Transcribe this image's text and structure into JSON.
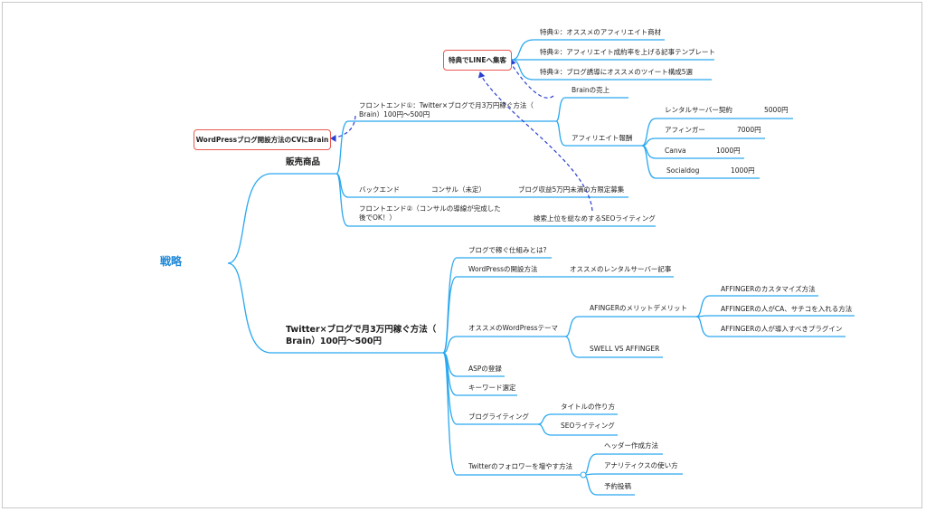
{
  "root": "戦略",
  "colors": {
    "line": "#2aa8f0",
    "root_text": "#1e88d8",
    "callout_border": "#e8584f",
    "dashed_arrow": "#2a3fd0"
  },
  "callouts": {
    "line_promo": "特典でLINEへ集客",
    "wordpress_cv": "WordPressブログ開設方法のCVにBrain"
  },
  "line_benefits": [
    "特典①：オススメのアフィリエイト商材",
    "特典②：アフィリエイト成約率を上げる記事テンプレート",
    "特典③：ブログ誘導にオススメのツイート構成5選"
  ],
  "products": {
    "title": "販売商品",
    "frontend1": {
      "line1": "フロントエンド①：Twitter×ブログで月3万円稼ぐ方法（",
      "line2": "Brain）100円〜500円"
    },
    "brain_sales": "Brainの売上",
    "affiliate": {
      "label": "アフィリエイト報酬",
      "items": [
        {
          "name": "レンタルサーバー契約",
          "amount": "5000円"
        },
        {
          "name": "アフィンガー",
          "amount": "7000円"
        },
        {
          "name": "Canva",
          "amount": "1000円"
        },
        {
          "name": "Socialdog",
          "amount": "1000円"
        }
      ]
    },
    "backend": {
      "label": "バックエンド",
      "item": "コンサル（未定）",
      "note": "ブログ収益5万円未満の方限定募集"
    },
    "frontend2": {
      "line1": "フロントエンド②（コンサルの導線が完成した",
      "line2": "後でOK！）",
      "item": "検索上位を総なめするSEOライティング"
    }
  },
  "course": {
    "line1": "Twitter×ブログで月3万円稼ぐ方法（",
    "line2": "Brain）100円〜500円",
    "mechanism": "ブログで稼ぐ仕組みとは?",
    "wp_setup": {
      "label": "WordPressの開設方法",
      "item": "オススメのレンタルサーバー記事"
    },
    "theme": {
      "label": "オススメのWordPressテーマ",
      "affinger": "AFINGERのメリットデメリット",
      "affinger_items": [
        "AFFINGERのカスタマイズ方法",
        "AFFINGERの人がCA、サチコを入れる方法",
        "AFFINGERの人が導入すべきプラグイン"
      ],
      "swell": "SWELL VS AFFINGER"
    },
    "asp": "ASPの登録",
    "keyword": "キーワード選定",
    "writing": {
      "label": "ブログライティング",
      "items": [
        "タイトルの作り方",
        "SEOライティング"
      ]
    },
    "twitter": {
      "label": "Twitterのフォロワーを増やす方法",
      "items": [
        "ヘッダー作成方法",
        "アナリティクスの使い方",
        "予約投稿"
      ]
    }
  }
}
